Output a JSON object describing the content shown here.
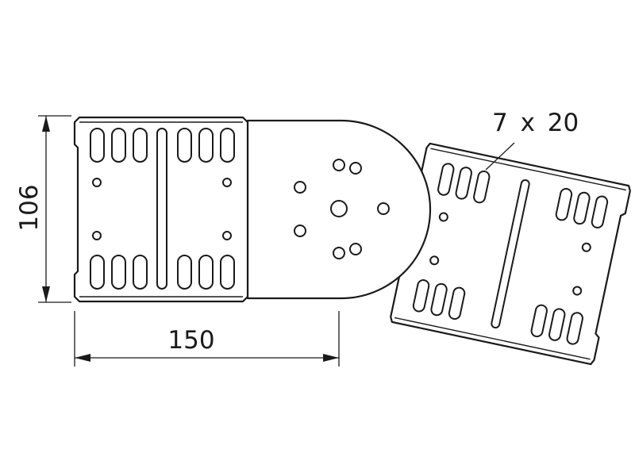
{
  "dimensions": {
    "height_label": "106",
    "width_label": "150",
    "slot_label": "7 x 20"
  }
}
